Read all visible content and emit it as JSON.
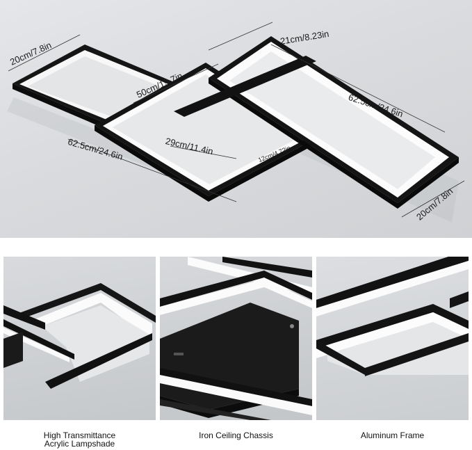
{
  "hero": {
    "dimensions": {
      "left_depth": "20cm/7.8in",
      "right_depth_top": "21cm/8.23in",
      "center_length": "50cm/19.7in",
      "right_length": "62.5cm/24.6in",
      "base_width": "29cm/11.4in",
      "base_height": "12cm/4.72in",
      "left_length": "62.5cm/24.6in",
      "right_depth_bottom": "20cm/7.8in"
    }
  },
  "features": [
    {
      "caption": "High Transmittance\nAcrylic Lampshade",
      "icon": "acrylic-lampshade-closeup"
    },
    {
      "caption": "Iron Ceiling Chassis",
      "icon": "iron-chassis-closeup"
    },
    {
      "caption": "Aluminum Frame",
      "icon": "aluminum-frame-closeup"
    }
  ],
  "colors": {
    "frame": "#141414",
    "glow": "#ffffff",
    "ceiling": "#d9dbde"
  }
}
